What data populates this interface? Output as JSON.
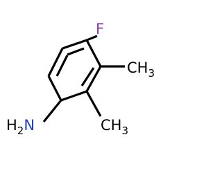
{
  "molecule": {
    "atoms": {
      "fluorine": {
        "text": "F",
        "color": "#7d3f98"
      },
      "methyl_upper": {
        "main": "CH",
        "sub": "3",
        "color": "#000000"
      },
      "methyl_lower": {
        "main": "CH",
        "sub": "3",
        "color": "#000000"
      },
      "amine": {
        "h": "H",
        "sub": "2",
        "n": "N",
        "h_color": "#000000",
        "n_color": "#1f3fd6"
      }
    },
    "bond_color": "#000000"
  }
}
